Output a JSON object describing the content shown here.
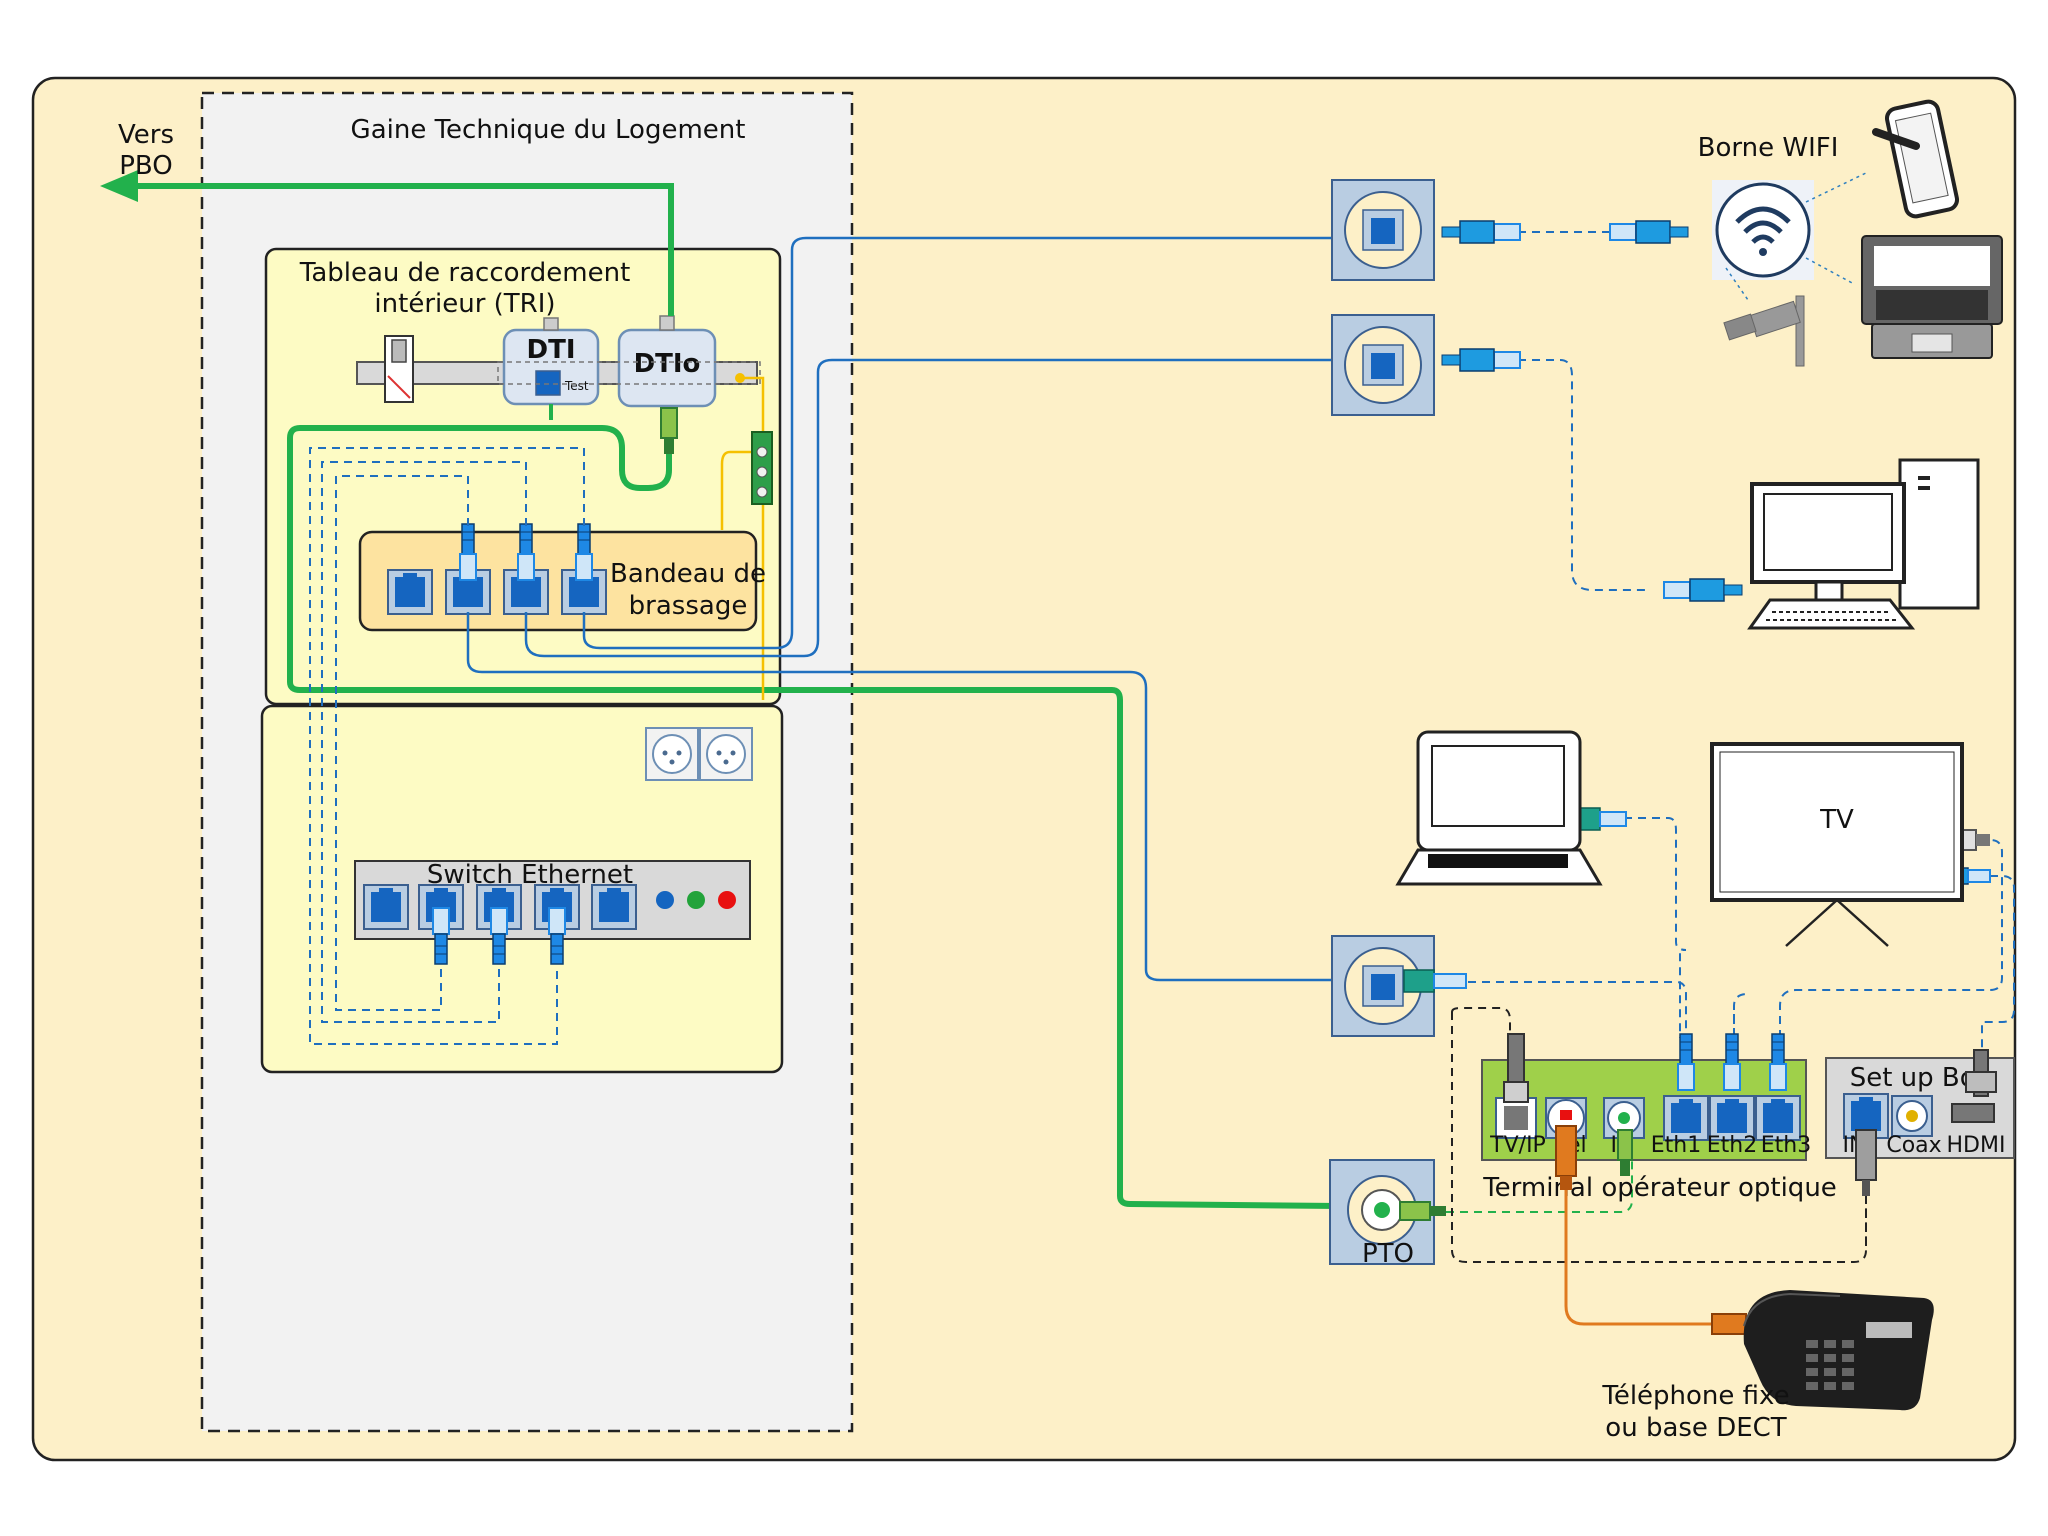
{
  "labels": {
    "to_pbo_line1": "Vers",
    "to_pbo_line2": "PBO",
    "gaine_title": "Gaine Technique du Logement",
    "tri_title_line1": "Tableau de raccordement",
    "tri_title_line2": "intérieur (TRI)",
    "dti": "DTI",
    "dti_test": "Test",
    "dtio": "DTIo",
    "bandeau_line1": "Bandeau de",
    "bandeau_line2": "brassage",
    "switch": "Switch Ethernet",
    "wifi": "Borne WIFI",
    "tv": "TV",
    "setup_box": "Set up Box",
    "stb_in": "IN",
    "stb_coax": "Coax",
    "stb_hdmi": "HDMI",
    "ont_tvip": "TV/IP",
    "ont_tel": "Tel",
    "ont_in": "IN",
    "ont_eth1": "Eth1",
    "ont_eth2": "Eth2",
    "ont_eth3": "Eth3",
    "ont_title": "Terminal opérateur optique",
    "pto": "PTO",
    "phone_line1": "Téléphone fixe",
    "phone_line2": "ou base DECT"
  },
  "colors": {
    "background": "#fdf0c8",
    "gaine": "#f2f2f2",
    "panel": "#fdfbc4",
    "fiber": "#22b14c",
    "ethernet": "#1f6fbf",
    "phone": "#e07a1f",
    "earth": "#f5c000",
    "port": "#1565c0",
    "led_blue": "#1565c0",
    "led_green": "#22a33a",
    "led_red": "#e81010"
  },
  "icons": [
    "wifi-icon",
    "tablet-icon",
    "laptop-icon",
    "camera-icon",
    "desktop-icon",
    "tv-icon",
    "phone-icon",
    "rj45-connector-icon",
    "power-outlet-icon"
  ]
}
